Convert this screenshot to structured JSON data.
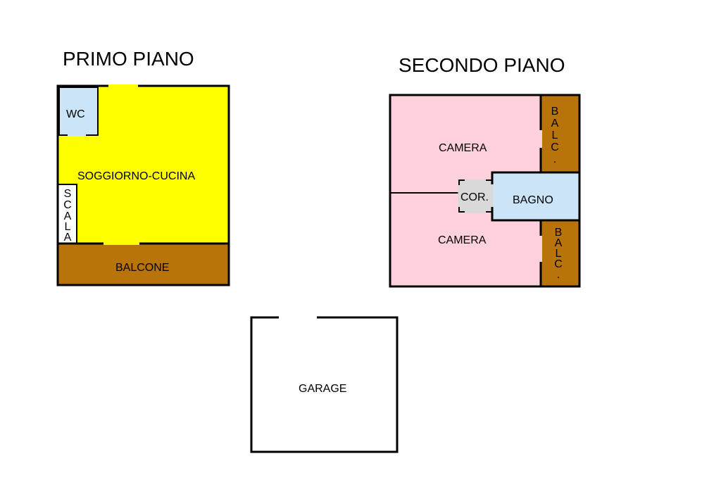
{
  "floors": {
    "first": {
      "title": "PRIMO PIANO",
      "rooms": {
        "wc": "WC",
        "living_kitchen": "SOGGIORNO-CUCINA",
        "stair": [
          "S",
          "C",
          "A",
          "L",
          "A"
        ],
        "balcony": "BALCONE"
      }
    },
    "second": {
      "title": "SECONDO PIANO",
      "rooms": {
        "bedroom_top": "CAMERA",
        "bedroom_bottom": "CAMERA",
        "corridor": "COR.",
        "bathroom": "BAGNO",
        "balcony_top": [
          "B",
          "A",
          "L",
          "C",
          "."
        ],
        "balcony_bottom": [
          "B",
          "A",
          "L",
          "C",
          "."
        ]
      }
    },
    "garage": {
      "label": "GARAGE"
    }
  },
  "colors": {
    "living_kitchen": "#FFFF00",
    "wc": "#CCE4F7",
    "bathroom": "#CCE4F7",
    "balcony": "#B8730A",
    "bedroom": "#FFD1DC",
    "corridor": "#D9D9D9",
    "stair": "#FFFFFF",
    "wall": "#000000"
  }
}
